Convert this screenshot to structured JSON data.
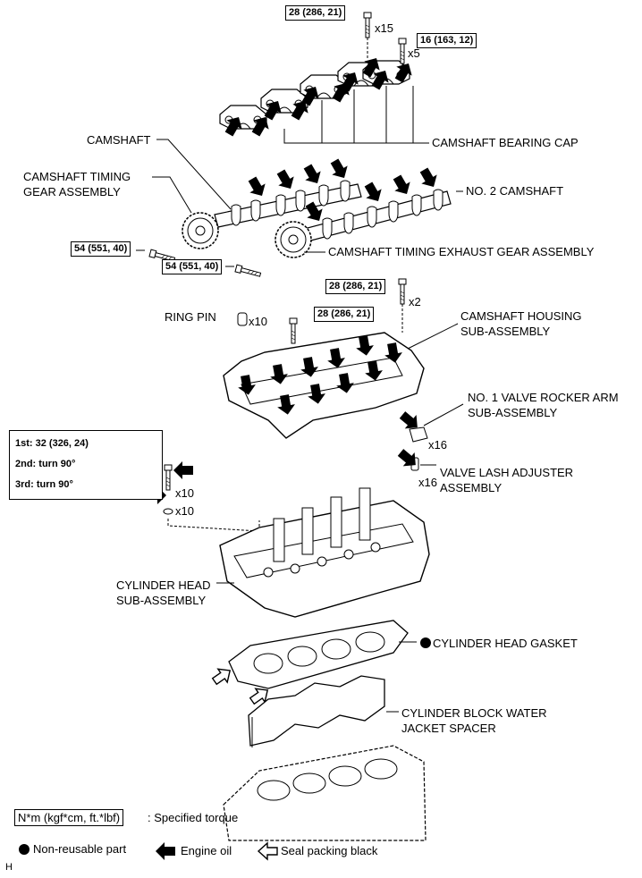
{
  "torques": {
    "cap_large": "28 (286, 21)",
    "cap_small": "16 (163, 12)",
    "gear_intake": "54 (551, 40)",
    "gear_exhaust": "54 (551, 40)",
    "housing_top": "28 (286, 21)",
    "housing_mid": "28 (286, 21)",
    "head_step1": "1st: 32 (326, 24)",
    "head_step2": "2nd: turn 90°",
    "head_step3": "3rd: turn 90°"
  },
  "counts": {
    "cap_large": "x15",
    "cap_small": "x5",
    "housing_top": "x2",
    "ring_pin": "x10",
    "rocker": "x16",
    "adjuster": "x16",
    "head_bolt": "x10",
    "washer": "x10"
  },
  "parts": {
    "camshaft": "CAMSHAFT",
    "bearing_cap": "CAMSHAFT BEARING CAP",
    "timing_gear_l1": "CAMSHAFT TIMING",
    "timing_gear_l2": "GEAR ASSEMBLY",
    "no2_camshaft": "NO. 2 CAMSHAFT",
    "exhaust_gear": "CAMSHAFT TIMING EXHAUST GEAR ASSEMBLY",
    "ring_pin": "RING PIN",
    "housing_l1": "CAMSHAFT HOUSING",
    "housing_l2": "SUB-ASSEMBLY",
    "rocker_l1": "NO. 1 VALVE ROCKER ARM",
    "rocker_l2": "SUB-ASSEMBLY",
    "adjuster_l1": "VALVE LASH ADJUSTER",
    "adjuster_l2": "ASSEMBLY",
    "head_l1": "CYLINDER HEAD",
    "head_l2": "SUB-ASSEMBLY",
    "gasket": "CYLINDER HEAD GASKET",
    "spacer_l1": "CYLINDER BLOCK WATER",
    "spacer_l2": "JACKET SPACER"
  },
  "legend": {
    "torque_box": "N*m (kgf*cm, ft.*lbf)",
    "torque_text": ": Specified torque",
    "non_reusable": "Non-reusable part",
    "engine_oil": "Engine oil",
    "seal_packing": "Seal packing black"
  },
  "footer_code": "H"
}
